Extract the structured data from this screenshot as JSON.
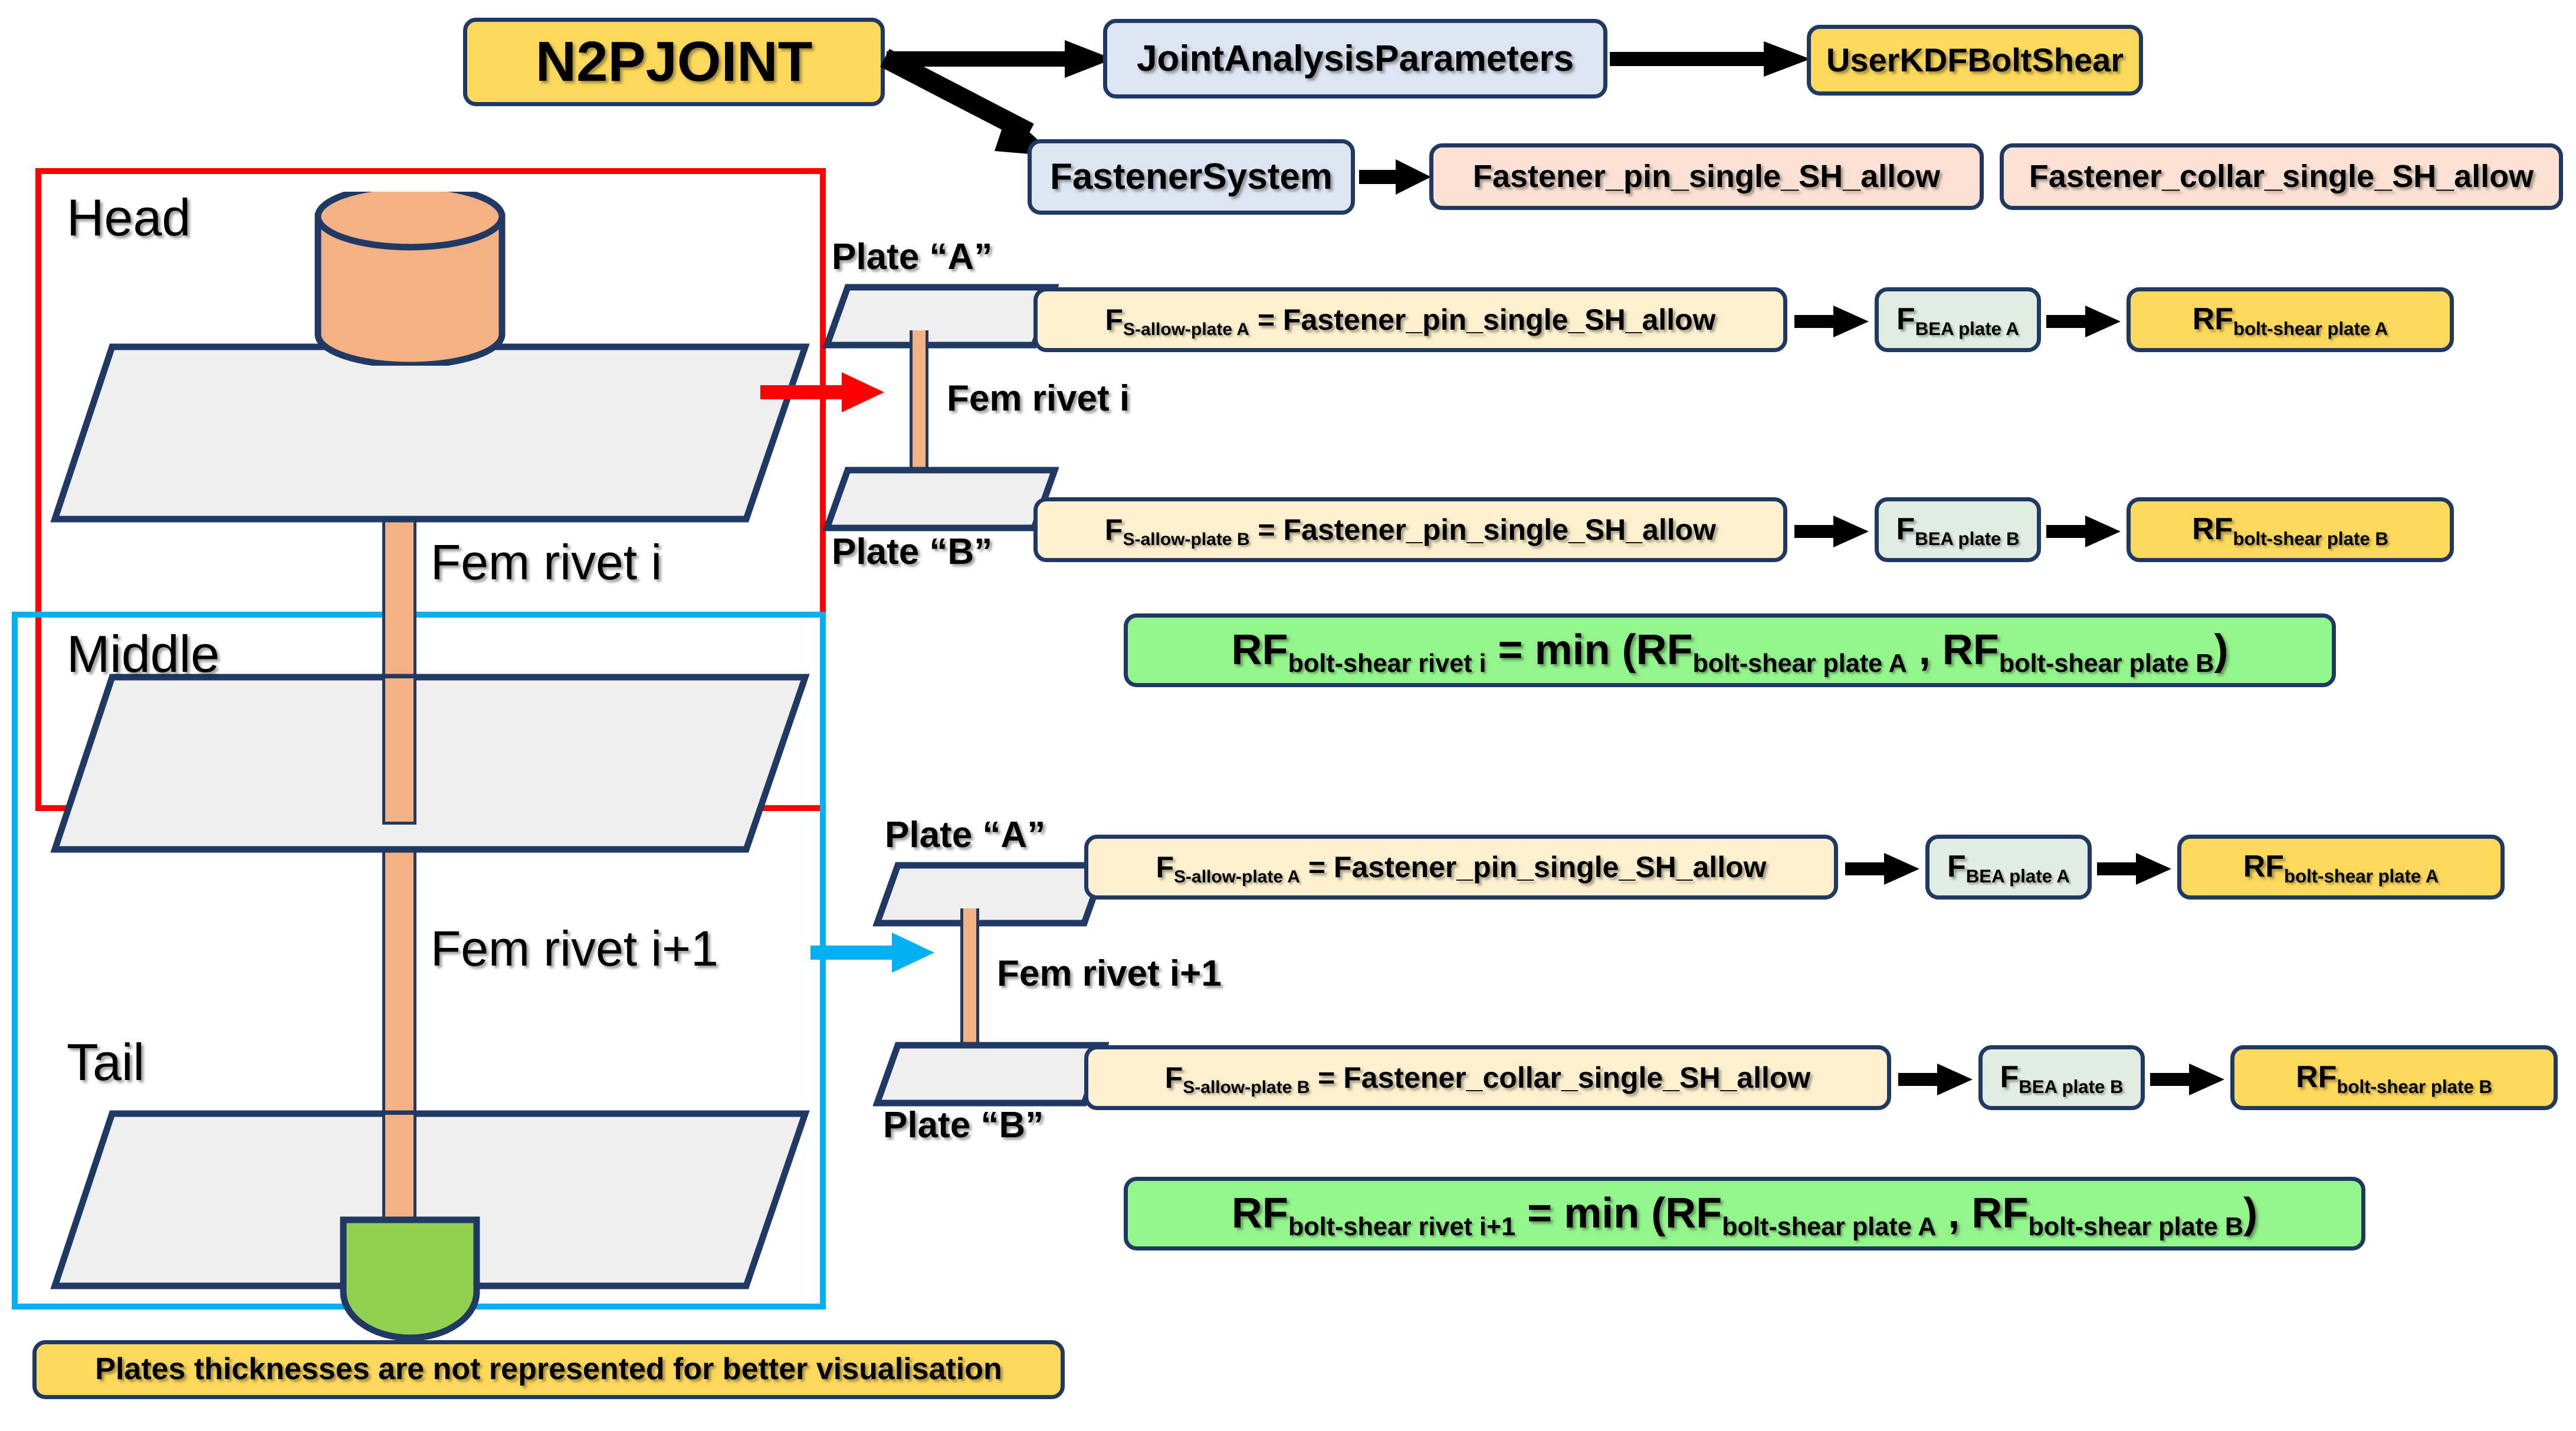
{
  "top_flow": {
    "root": "N2PJOINT",
    "joint_analysis_parameters": "JointAnalysisParameters",
    "user_kdf_bolt_shear": "UserKDFBoltShear",
    "fastener_system": "FastenerSystem",
    "fastener_pin_single_sh_allow": "Fastener_pin_single_SH_allow",
    "fastener_collar_single_sh_allow": "Fastener_collar_single_SH_allow"
  },
  "left_diagram": {
    "head_label": "Head",
    "middle_label": "Middle",
    "tail_label": "Tail",
    "rivet_i_label": "Fem rivet i",
    "rivet_i1_label": "Fem rivet i+1",
    "group_red_color": "#FF0000",
    "group_cyan_color": "#00B0F0"
  },
  "group_i": {
    "plate_a_label": "Plate “A”",
    "plate_b_label": "Plate “B”",
    "rivet_label": "Fem rivet i",
    "row_a": {
      "formula_prefix": "F",
      "formula_sub": "S-allow-plate A",
      "formula_rest": " = Fastener_pin_single_SH_allow",
      "fbea_prefix": "F",
      "fbea_sub": "BEA plate A",
      "rf_prefix": "RF",
      "rf_sub": "bolt-shear plate A"
    },
    "row_b": {
      "formula_prefix": "F",
      "formula_sub": "S-allow-plate B",
      "formula_rest": " = Fastener_pin_single_SH_allow",
      "fbea_prefix": "F",
      "fbea_sub": "BEA plate B",
      "rf_prefix": "RF",
      "rf_sub": "bolt-shear plate B"
    },
    "min_formula": {
      "lhs_prefix": "RF",
      "lhs_sub": "bolt-shear rivet i",
      "mid": " = min (RF",
      "arg_a_sub": "bolt-shear plate A",
      "comma": " , RF",
      "arg_b_sub": "bolt-shear plate B",
      "close": ")"
    }
  },
  "group_i1": {
    "plate_a_label": "Plate “A”",
    "plate_b_label": "Plate “B”",
    "rivet_label": "Fem rivet i+1",
    "row_a": {
      "formula_prefix": "F",
      "formula_sub": "S-allow-plate A",
      "formula_rest": " = Fastener_pin_single_SH_allow",
      "fbea_prefix": "F",
      "fbea_sub": "BEA plate A",
      "rf_prefix": "RF",
      "rf_sub": "bolt-shear plate A"
    },
    "row_b": {
      "formula_prefix": "F",
      "formula_sub": "S-allow-plate B",
      "formula_rest": " = Fastener_collar_single_SH_allow",
      "fbea_prefix": "F",
      "fbea_sub": "BEA plate B",
      "rf_prefix": "RF",
      "rf_sub": "bolt-shear plate B"
    },
    "min_formula": {
      "lhs_prefix": "RF",
      "lhs_sub": "bolt-shear rivet i+1",
      "mid": " = min (RF",
      "arg_a_sub": "bolt-shear plate A",
      "comma": " , RF",
      "arg_b_sub": "bolt-shear plate B",
      "close": ")"
    }
  },
  "footnote": "Plates thicknesses are not represented for better visualisation",
  "colors": {
    "outline": "#1F3864",
    "yellow": "#FCD95B",
    "cream": "#FDF0CE",
    "blue": "#DDE4F2",
    "peach": "#FBE1D2",
    "green_light": "#E2EDE2",
    "green": "#93F58C",
    "shank": "#F4B183",
    "collar": "#92D050",
    "plate_fill": "#EFEFEF"
  }
}
